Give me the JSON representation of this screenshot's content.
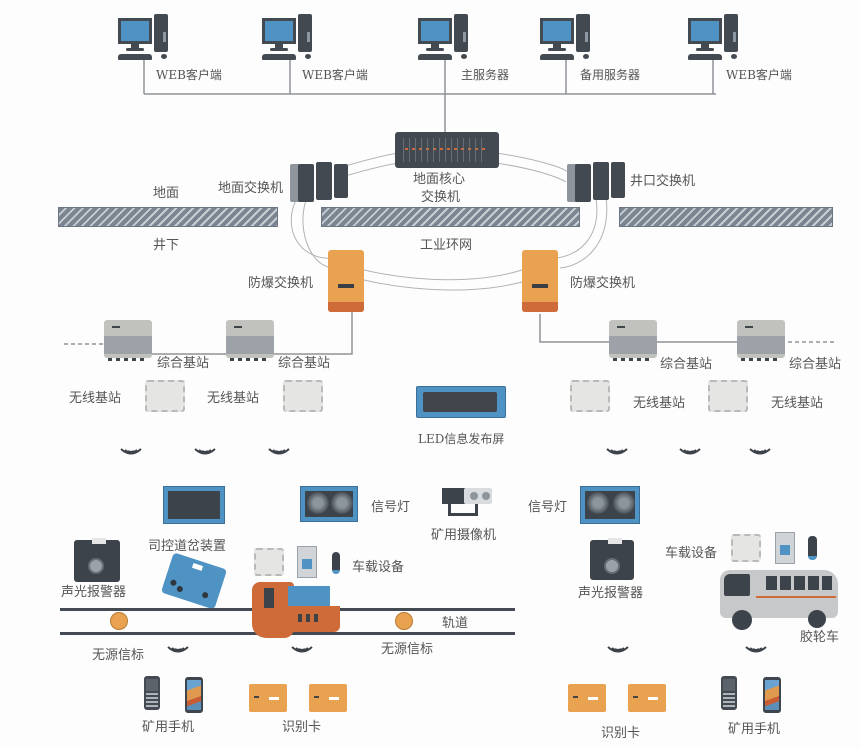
{
  "top_network": {
    "nodes": [
      {
        "id": "web-client-1",
        "label": "WEB客户端",
        "icon": "desktop-computer-icon"
      },
      {
        "id": "web-client-2",
        "label": "WEB客户端",
        "icon": "desktop-computer-icon"
      },
      {
        "id": "main-server",
        "label": "主服务器",
        "icon": "desktop-computer-icon"
      },
      {
        "id": "backup-server",
        "label": "备用服务器",
        "icon": "desktop-computer-icon"
      },
      {
        "id": "web-client-3",
        "label": "WEB客户端",
        "icon": "desktop-computer-icon"
      }
    ]
  },
  "core": {
    "core_switch_line1": "地面核心",
    "core_switch_line2": "交换机",
    "ground_switch": "地面交换机",
    "wellhead_switch": "井口交换机",
    "ring_label": "工业环网",
    "surface_label": "地面",
    "underground_label": "井下",
    "explosion_proof_switch_left": "防爆交换机",
    "explosion_proof_switch_right": "防爆交换机"
  },
  "base_stations": {
    "integrated": [
      "综合基站",
      "综合基站",
      "综合基站",
      "综合基站"
    ],
    "wireless": [
      "无线基站",
      "无线基站",
      "无线基站",
      "无线基站"
    ]
  },
  "led_screen": {
    "label": "LED信息发布屏"
  },
  "field_devices": {
    "turnout_control": "司控道岔装置",
    "signal_light_left": "信号灯",
    "signal_light_right": "信号灯",
    "mine_camera": "矿用摄像机",
    "alarm_left": "声光报警器",
    "alarm_right": "声光报警器",
    "vehicle_equipment_left": "车载设备",
    "vehicle_equipment_right": "车载设备",
    "track": "轨道",
    "passive_beacon_left": "无源信标",
    "passive_beacon_right": "无源信标",
    "rubber_tyred_vehicle": "胶轮车",
    "mine_phone_left": "矿用手机",
    "mine_phone_right": "矿用手机",
    "id_card_left": "识别卡",
    "id_card_right": "识别卡"
  },
  "colors": {
    "accent_blue": "#4f93c4",
    "device_orange": "#e9a24f",
    "device_dark": "#434951",
    "hatch_gray": "#7b8591"
  }
}
